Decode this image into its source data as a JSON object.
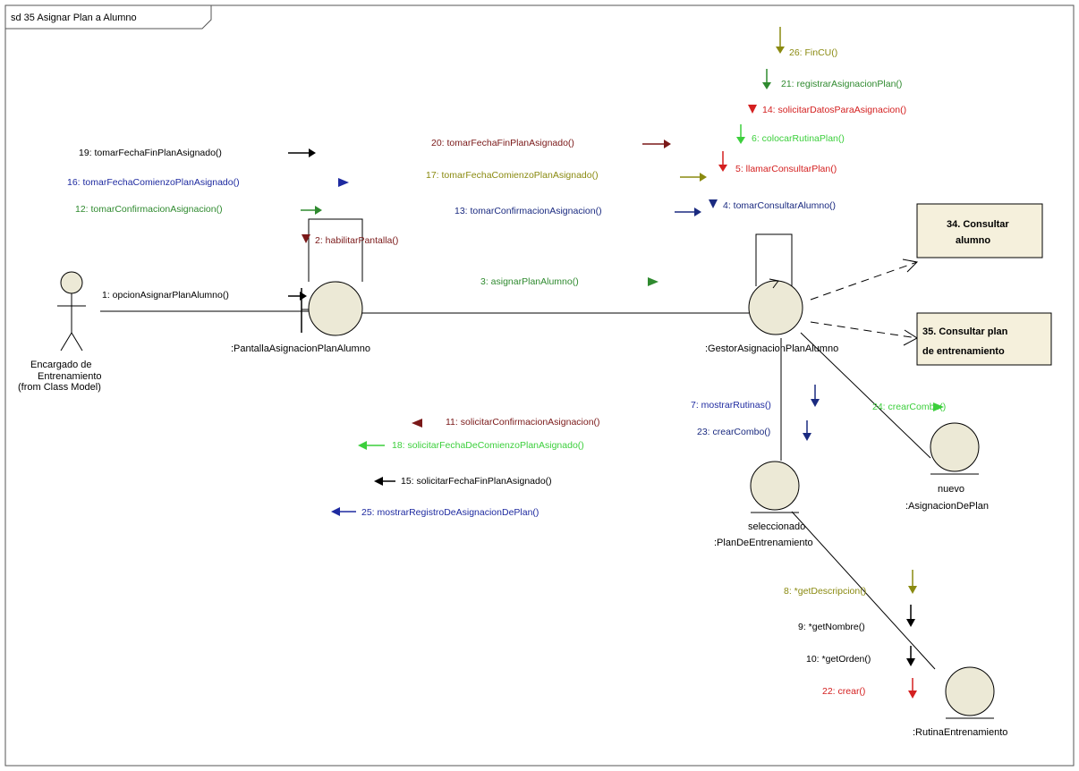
{
  "frame_title": "sd 35 Asignar Plan a Alumno",
  "actor": {
    "name_line1": "Encargado de",
    "name_line2": "Entrenamiento",
    "stereotype": "(from Class Model)"
  },
  "objects": {
    "pantalla": ":PantallaAsignacionPlanAlumno",
    "gestor": ":GestorAsignacionPlanAlumno",
    "nuevo_line1": "nuevo",
    "nuevo_line2": ":AsignacionDePlan",
    "plan_line1": "seleccionado",
    "plan_line2": ":PlanDeEntrenamiento",
    "rutina": ":RutinaEntrenamiento"
  },
  "notes": {
    "consultar_alumno_line1": "34. Consultar",
    "consultar_alumno_line2": "alumno",
    "consultar_plan_line1": "35. Consultar plan",
    "consultar_plan_line2": "de entrenamiento"
  },
  "messages": {
    "m1": "1: opcionAsignarPlanAlumno()",
    "m2": "2: habilitarPantalla()",
    "m3": "3: asignarPlanAlumno()",
    "m4": "4: tomarConsultarAlumno()",
    "m5": "5: llamarConsultarPlan()",
    "m6": "6: colocarRutinaPlan()",
    "m7": "7: mostrarRutinas()",
    "m8": "8: *getDescripcion()",
    "m9": "9: *getNombre()",
    "m10": "10: *getOrden()",
    "m11": "11: solicitarConfirmacionAsignacion()",
    "m12": "12: tomarConfirmacionAsignacion()",
    "m13": "13: tomarConfirmacionAsignacion()",
    "m14": "14: solicitarDatosParaAsignacion()",
    "m15": "15: solicitarFechaFinPlanAsignado()",
    "m16": "16: tomarFechaComienzoPlanAsignado()",
    "m17": "17: tomarFechaComienzoPlanAsignado()",
    "m18": "18: solicitarFechaDeComienzoPlanAsignado()",
    "m19": "19: tomarFechaFinPlanAsignado()",
    "m20": "20: tomarFechaFinPlanAsignado()",
    "m21": "21: registrarAsignacionPlan()",
    "m22": "22: crear()",
    "m23": "23: crearCombo()",
    "m24": "24: crearCombo()",
    "m25": "25: mostrarRegistroDeAsignacionDePlan()",
    "m26": "26: FinCU()"
  },
  "colors": {
    "object_fill": "#ece9d6",
    "note_fill": "#f5f0dc",
    "black": "#000000",
    "blue": "#1e2aa0",
    "navy": "#1a2a80",
    "green": "#2f8a2f",
    "light_green": "#3ccf3c",
    "red": "#d42020",
    "maroon": "#7a1818",
    "olive": "#8a8a10"
  }
}
